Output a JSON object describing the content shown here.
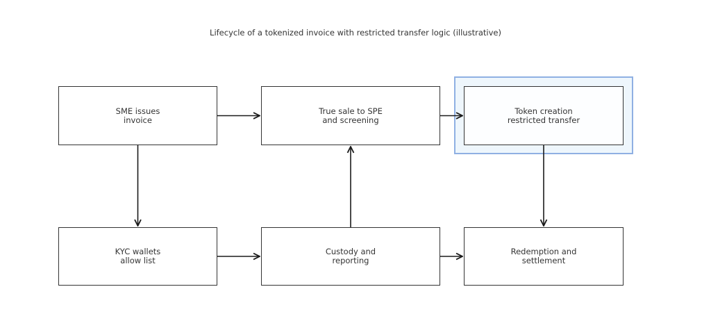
{
  "title": "Lifecycle of a tokenized invoice with restricted transfer logic (illustrative)",
  "colors": {
    "box_border": "#333333",
    "arrow": "#1a1a1a",
    "highlight_border": "#8fb0e3",
    "highlight_fill": "#eef6fc"
  },
  "nodes": [
    {
      "id": "sme",
      "lines": [
        "SME issues",
        "invoice"
      ]
    },
    {
      "id": "truesale",
      "lines": [
        "True sale to SPE",
        "and screening"
      ]
    },
    {
      "id": "token",
      "lines": [
        "Token creation",
        "restricted transfer"
      ],
      "highlighted": true
    },
    {
      "id": "kyc",
      "lines": [
        "KYC wallets",
        "allow list"
      ]
    },
    {
      "id": "custody",
      "lines": [
        "Custody and",
        "reporting"
      ]
    },
    {
      "id": "redemption",
      "lines": [
        "Redemption and",
        "settlement"
      ]
    }
  ],
  "edges": [
    {
      "from": "sme",
      "to": "truesale"
    },
    {
      "from": "truesale",
      "to": "token"
    },
    {
      "from": "sme",
      "to": "kyc"
    },
    {
      "from": "kyc",
      "to": "custody"
    },
    {
      "from": "custody",
      "to": "truesale"
    },
    {
      "from": "custody",
      "to": "redemption"
    },
    {
      "from": "token",
      "to": "redemption"
    }
  ]
}
